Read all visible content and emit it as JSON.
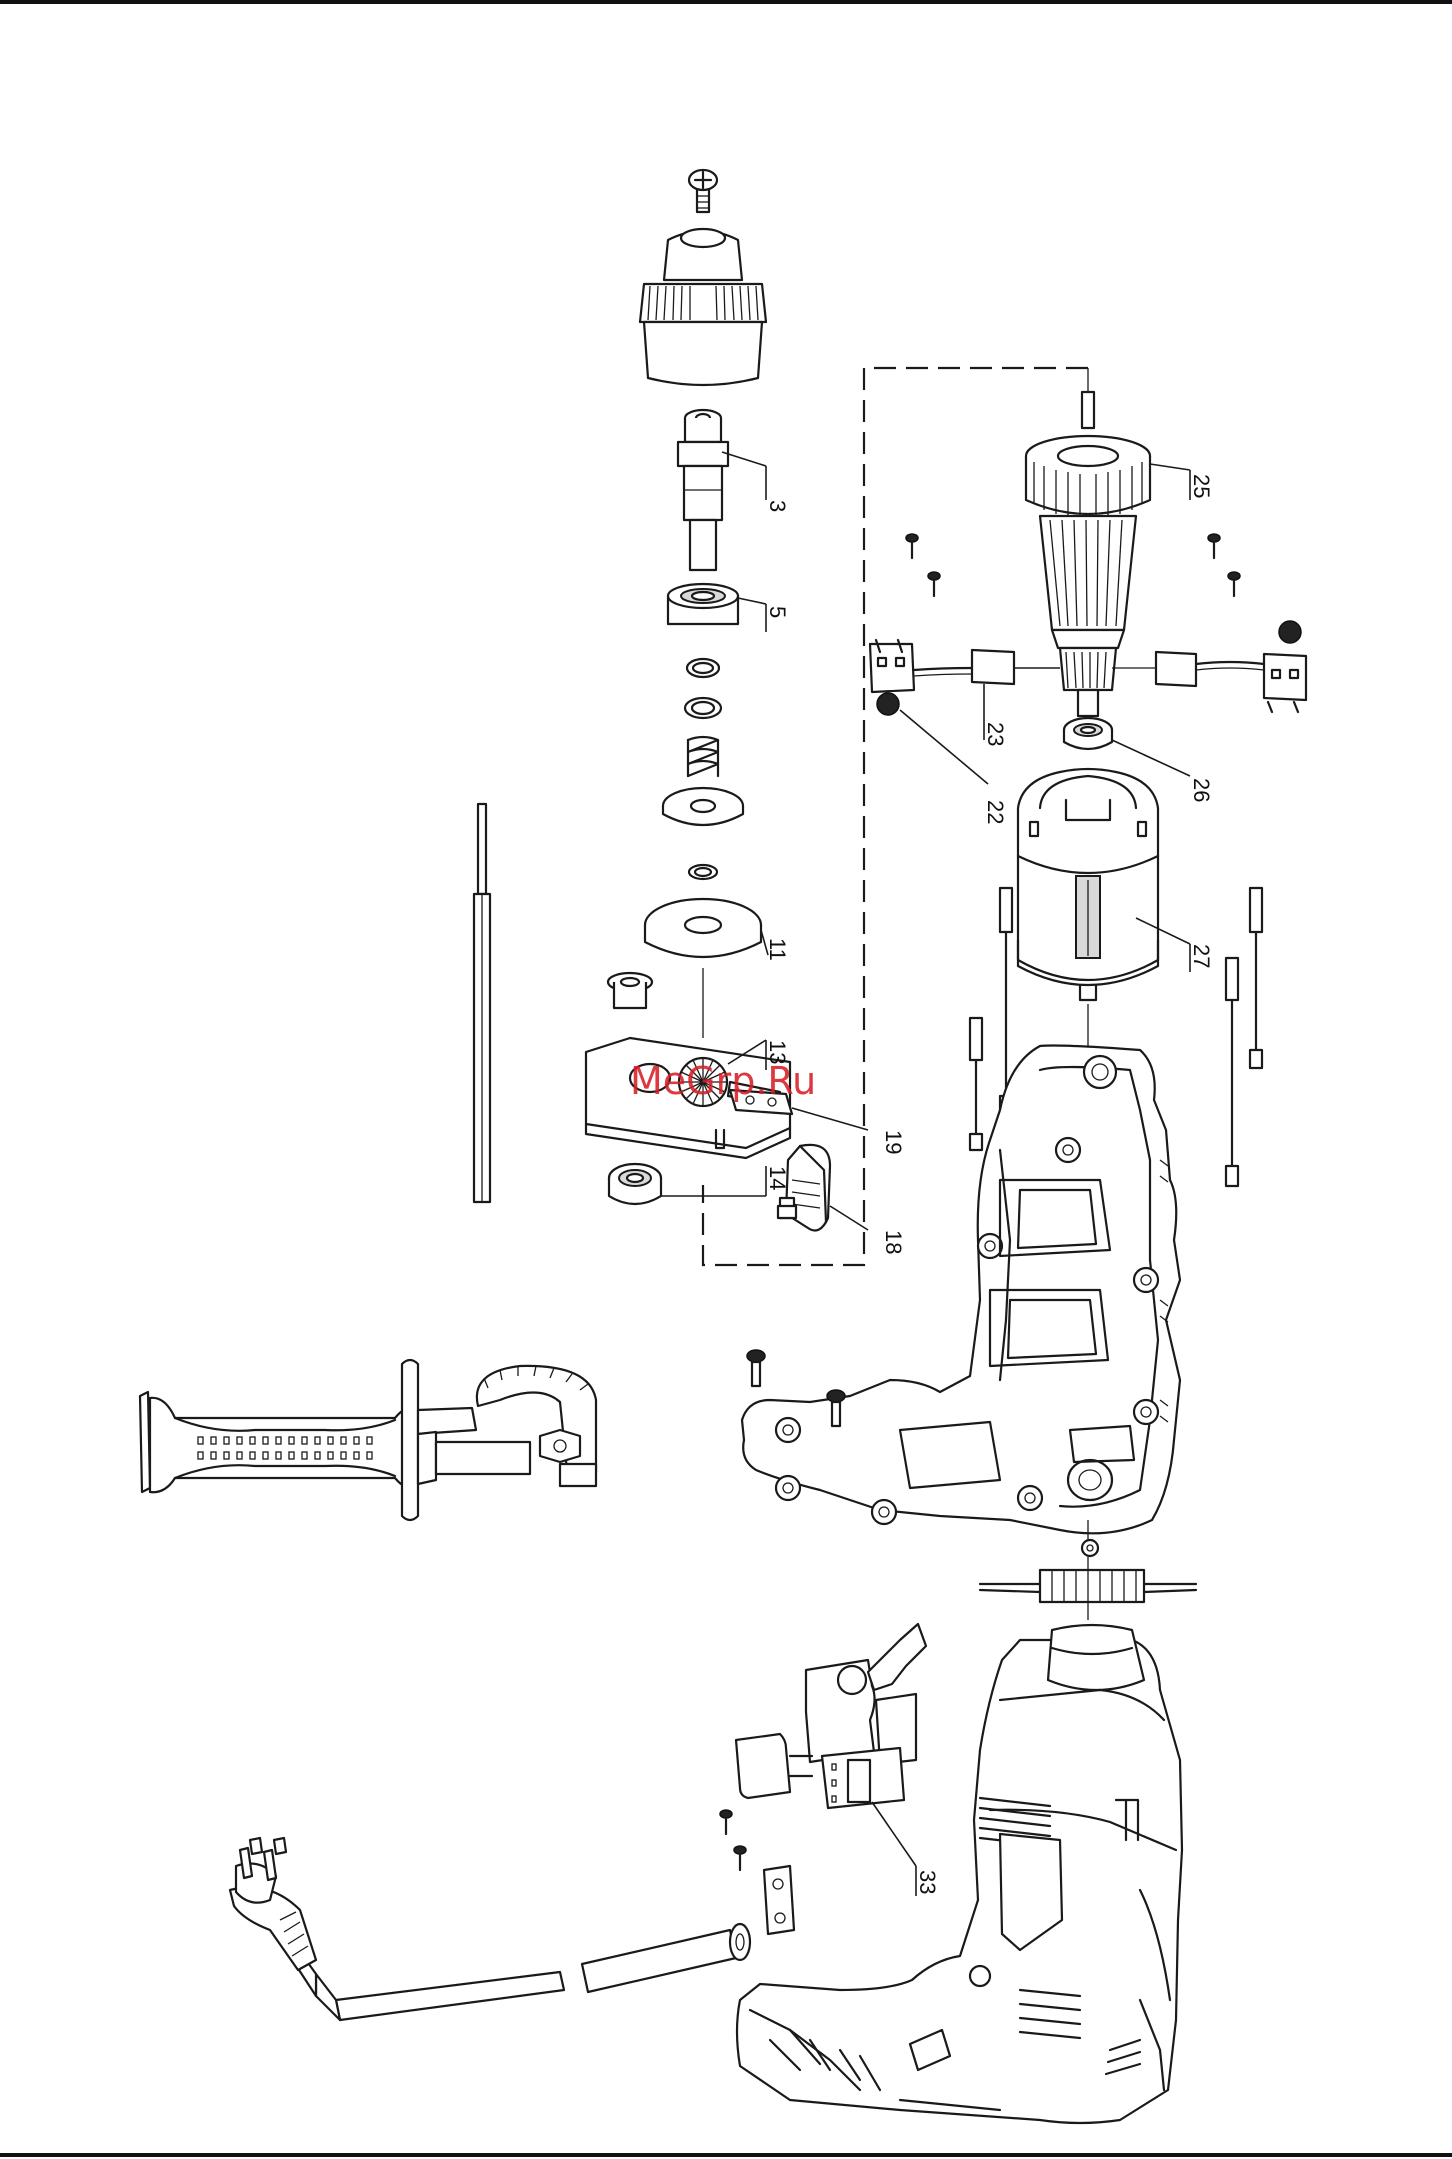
{
  "watermark": {
    "text": "MeGrp.Ru",
    "color": "#d61f26"
  },
  "part_numbers": {
    "p3": "3",
    "p5": "5",
    "p11": "11",
    "p13": "13",
    "p14": "14",
    "p18": "18",
    "p19": "19",
    "p22": "22",
    "p23": "23",
    "p25": "25",
    "p26": "26",
    "p27": "27",
    "p33": "33"
  },
  "colors": {
    "line": "#1a1a1a",
    "page": "#ffffff",
    "watermark": "#d61f26"
  }
}
